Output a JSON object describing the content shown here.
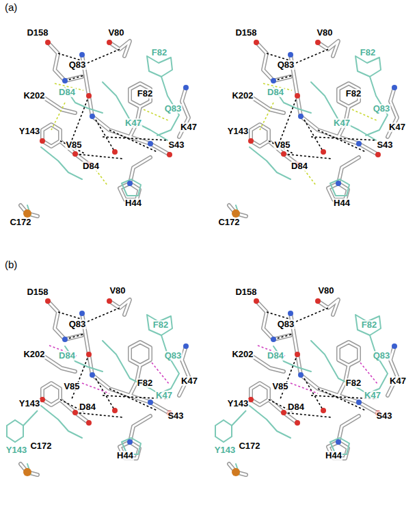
{
  "diagram": {
    "labels": [
      "(a)",
      "D158",
      "V80",
      "F82",
      "Q83",
      "K202",
      "D84",
      "F82",
      "Q83",
      "K47",
      "K47",
      "Y143",
      "V85",
      "S43",
      "D84",
      "H44",
      "C172",
      "D158",
      "V80",
      "F82",
      "Q83",
      "K202",
      "D84",
      "F82",
      "Q83",
      "K47",
      "K47",
      "Y143",
      "V85",
      "S43",
      "D84",
      "H44",
      "C172",
      "(b)",
      "D158",
      "V80",
      "Q83",
      "F82",
      "K202",
      "D84",
      "Q83",
      "K47",
      "V85",
      "F82",
      "K47",
      "Y143",
      "D84",
      "S43",
      "C172",
      "Y143",
      "H44",
      "D158",
      "V80",
      "Q83",
      "F82",
      "K202",
      "D84",
      "Q83",
      "K47",
      "V85",
      "F82",
      "K47",
      "Y143",
      "D84",
      "S43",
      "C172",
      "Y143",
      "H44"
    ]
  }
}
